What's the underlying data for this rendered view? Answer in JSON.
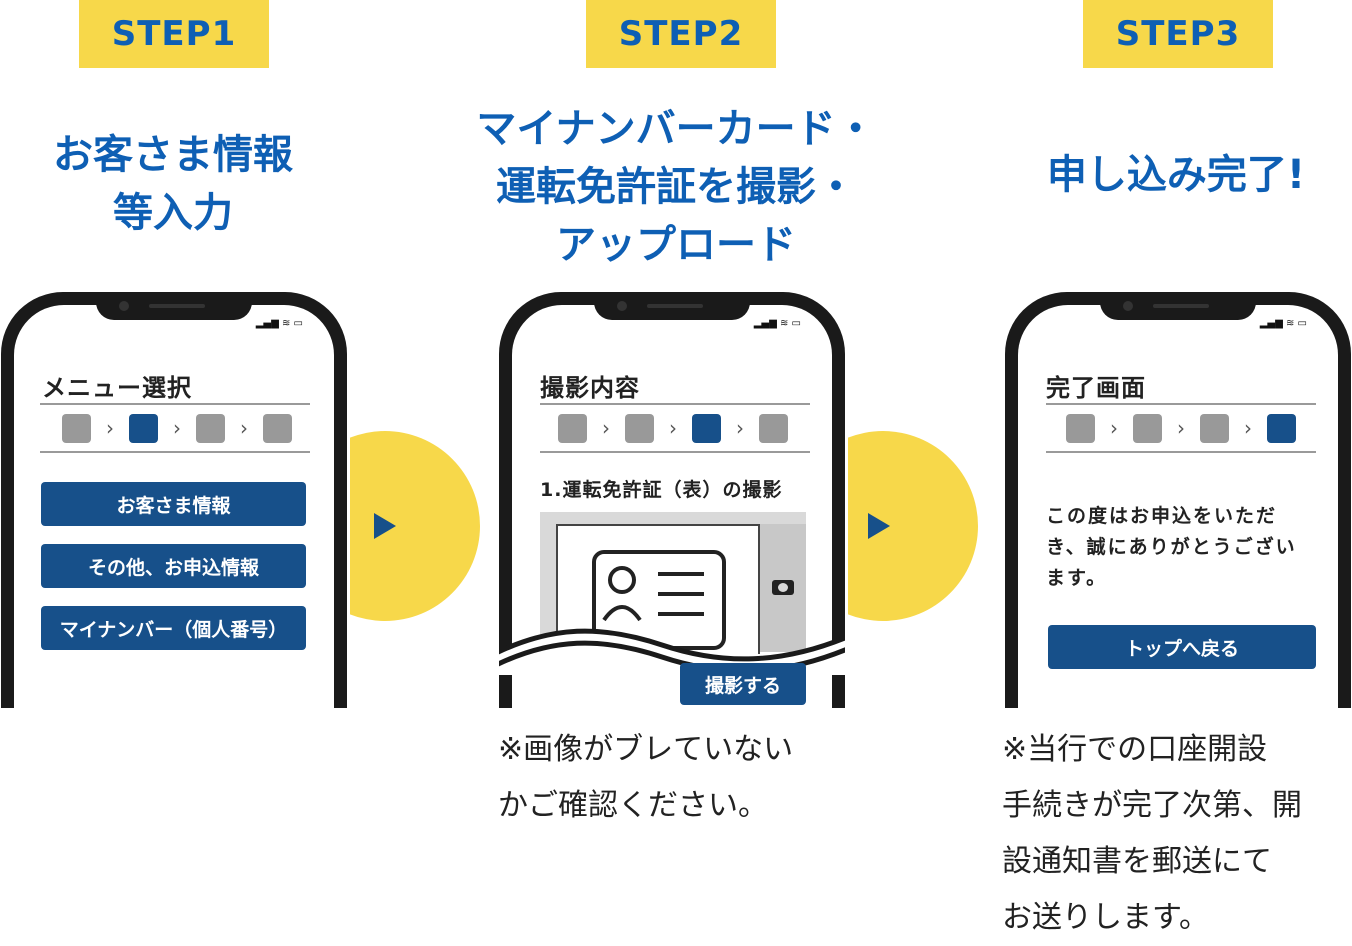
{
  "steps": [
    {
      "badge": "STEP1",
      "heading_lines": [
        "お客さま情報",
        "等入力"
      ],
      "screen_title": "メニュー選択",
      "buttons": [
        "お客さま情報",
        "その他、お申込情報",
        "マイナンバー（個人番号）"
      ]
    },
    {
      "badge": "STEP2",
      "heading_lines": [
        "マイナンバーカード・",
        "運転免許証を撮影・",
        "アップロード"
      ],
      "screen_title": "撮影内容",
      "subtitle": "1.運転免許証（表）の撮影",
      "button": "撮影する",
      "note_lines": [
        "※画像がブレていない",
        "かご確認ください。"
      ]
    },
    {
      "badge": "STEP3",
      "heading_lines": [
        "申し込み完了!"
      ],
      "screen_title": "完了画面",
      "message_lines": [
        "この度はお申込をいただ",
        "き、誠にありがとうござい",
        "ます。"
      ],
      "button": "トップへ戻る",
      "note_lines": [
        "※当行での口座開設",
        "手続きが完了次第、開",
        "設通知書を郵送にて",
        "お送りします。"
      ]
    }
  ],
  "progress_active_step": [
    2,
    3,
    4
  ],
  "colors": {
    "accent_yellow": "#f7d84a",
    "brand_blue": "#0e5fb4",
    "button_navy": "#17508a"
  },
  "icons": [
    "play-arrow-icon",
    "camera-icon",
    "id-card-icon",
    "signal-icon",
    "wifi-icon",
    "battery-icon"
  ]
}
